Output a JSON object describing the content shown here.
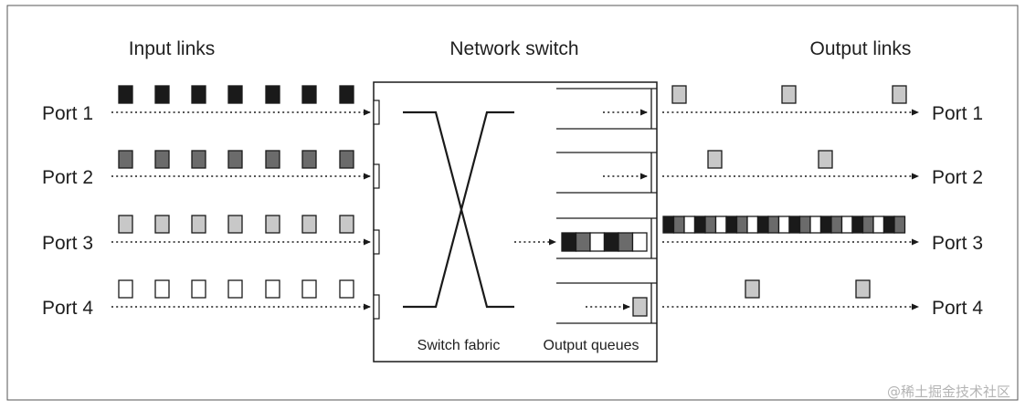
{
  "headers": {
    "input": "Input links",
    "switch": "Network switch",
    "output": "Output links"
  },
  "ports": [
    "Port 1",
    "Port 2",
    "Port 3",
    "Port 4"
  ],
  "switch_labels": {
    "fabric": "Switch fabric",
    "queues": "Output queues"
  },
  "colors": {
    "black": "#1a1a1a",
    "dark": "#6b6b6b",
    "light": "#c8c8c8",
    "white": "#ffffff",
    "stroke": "#1a1a1a",
    "frame": "#555555",
    "port_label": "#1f1f1f",
    "watermark": "#b4b4b4"
  },
  "input_packets": [
    {
      "port": "Port 1",
      "shade": "black",
      "count": 7
    },
    {
      "port": "Port 2",
      "shade": "dark",
      "count": 7
    },
    {
      "port": "Port 3",
      "shade": "light",
      "count": 7
    },
    {
      "port": "Port 4",
      "shade": "white",
      "count": 7
    }
  ],
  "output_queue_contents": [
    {
      "port": "Port 1",
      "packets": []
    },
    {
      "port": "Port 2",
      "packets": []
    },
    {
      "port": "Port 3",
      "packets": [
        "black",
        "dark",
        "white",
        "black",
        "dark",
        "white"
      ]
    },
    {
      "port": "Port 4",
      "packets": [
        "light"
      ]
    }
  ],
  "output_packets": [
    {
      "port": "Port 1",
      "packets": [
        "light",
        "light",
        "light"
      ]
    },
    {
      "port": "Port 2",
      "packets": [
        "light",
        "light"
      ]
    },
    {
      "port": "Port 3",
      "packets": [
        "black",
        "dark",
        "white",
        "black",
        "dark",
        "white",
        "black",
        "dark",
        "white",
        "black",
        "dark",
        "white",
        "black",
        "dark",
        "white",
        "black",
        "dark",
        "white",
        "black",
        "dark",
        "white",
        "black",
        "dark"
      ]
    },
    {
      "port": "Port 4",
      "packets": [
        "light",
        "light"
      ]
    }
  ],
  "watermark": "@稀土掘金技术社区"
}
